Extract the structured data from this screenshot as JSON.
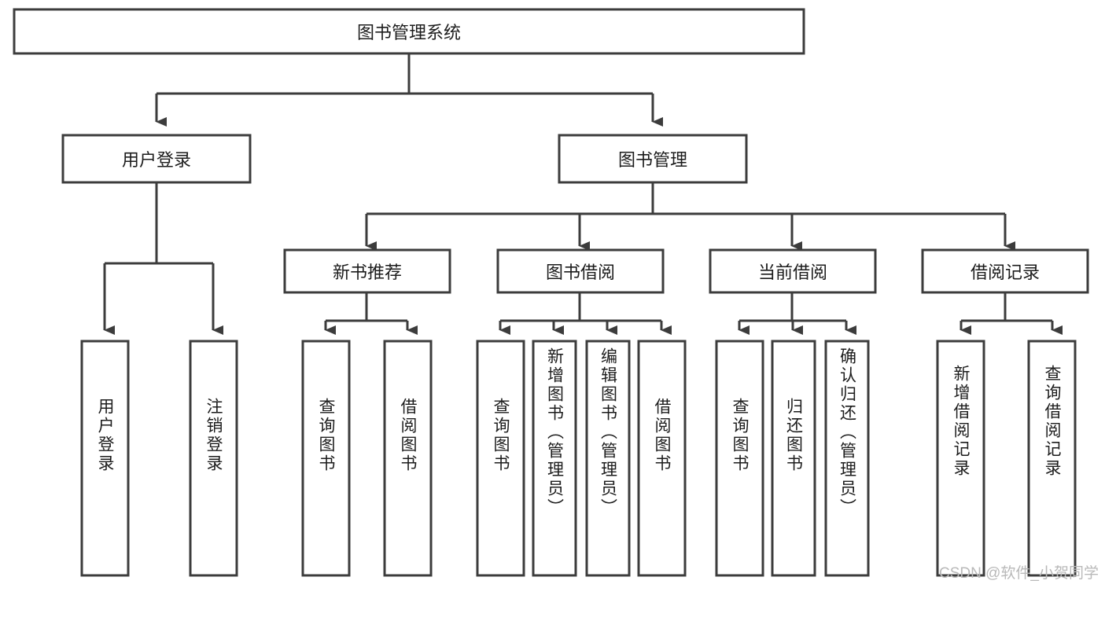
{
  "diagram": {
    "title": "图书管理系统",
    "type": "hierarchy-tree",
    "watermark": "CSDN @软件_小贺同学",
    "colors": {
      "stroke": "#3c3c3c",
      "box_fill": "#ffffff",
      "text": "#1c1c1c",
      "background": "#ffffff",
      "watermark": "#b9b9b9"
    },
    "levels": {
      "root": {
        "label": "图书管理系统"
      },
      "level2": [
        {
          "label": "用户登录"
        },
        {
          "label": "图书管理"
        }
      ],
      "level3": [
        {
          "label": "新书推荐"
        },
        {
          "label": "图书借阅"
        },
        {
          "label": "当前借阅"
        },
        {
          "label": "借阅记录"
        }
      ],
      "leaves": {
        "user_login": [
          {
            "label": "用户登录"
          },
          {
            "label": "注销登录"
          }
        ],
        "new_book_recommend": [
          {
            "label": "查询图书"
          },
          {
            "label": "借阅图书"
          }
        ],
        "book_borrow": [
          {
            "label": "查询图书"
          },
          {
            "label": "新增图书（管理员）"
          },
          {
            "label": "编辑图书（管理员）"
          },
          {
            "label": "借阅图书"
          }
        ],
        "current_borrow": [
          {
            "label": "查询图书"
          },
          {
            "label": "归还图书"
          },
          {
            "label": "确认归还（管理员）"
          }
        ],
        "borrow_record": [
          {
            "label": "新增借阅记录"
          },
          {
            "label": "查询借阅记录"
          }
        ]
      }
    }
  }
}
